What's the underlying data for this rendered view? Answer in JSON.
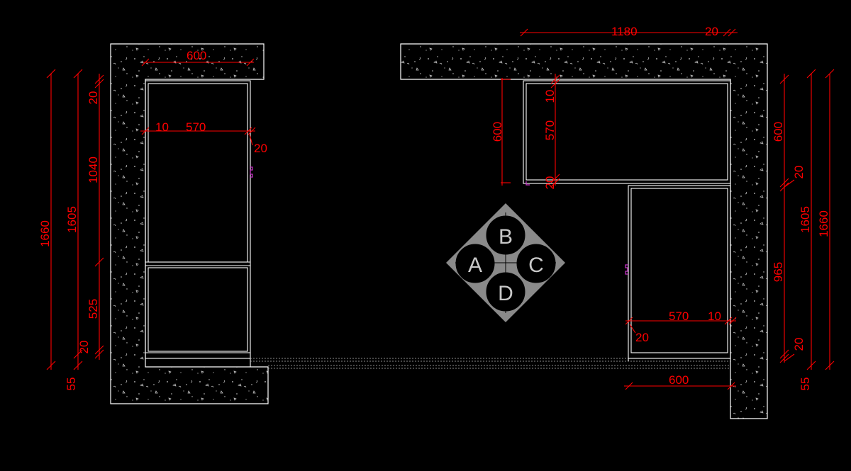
{
  "colors": {
    "background": "#000000",
    "outline": "#ffffff",
    "dimension": "#ff0000",
    "concrete_speck": "#d8d8d8",
    "hinge": "#cc33cc",
    "compass_fill": "#8a8a8a",
    "compass_text": "#c8c8c8"
  },
  "left_plan": {
    "top_width": "600",
    "shelf_gap": "10",
    "shelf_width": "570",
    "side_gap": "20",
    "total_height": "1660",
    "inner_height": "1605",
    "top_offset": "20",
    "upper_section": "1040",
    "lower_section": "525",
    "bottom_offset": "20",
    "base": "55"
  },
  "right_plan": {
    "top_width": "1180",
    "top_offset": "20",
    "wall_cabinet_height": "600",
    "wall_gap": "10",
    "wall_inner": "570",
    "wall_bottom": "20",
    "outer_height_upper": "600",
    "gap_mid": "20",
    "total_height": "1660",
    "inner_height": "1605",
    "lower_section": "965",
    "shelf_width": "570",
    "shelf_gap": "10",
    "shelf_offset": "20",
    "bottom_offset": "20",
    "base": "55",
    "bottom_width": "600"
  },
  "compass": {
    "a": "A",
    "b": "B",
    "c": "C",
    "d": "D"
  }
}
